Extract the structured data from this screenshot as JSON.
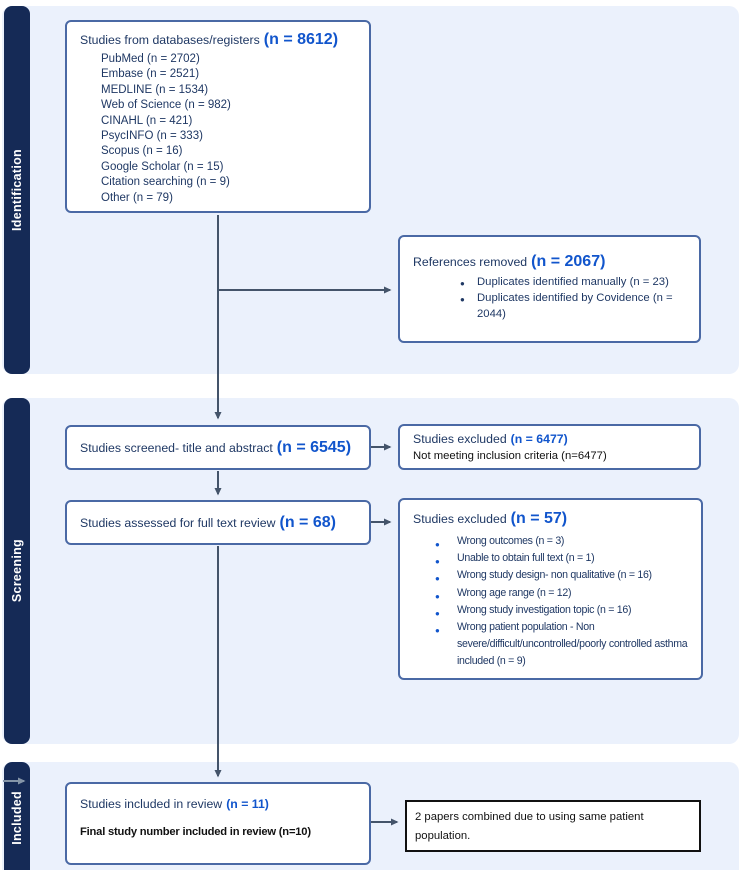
{
  "colors": {
    "band_background": "#ebf1fc",
    "sidebar_background": "#152a56",
    "box_border": "#4a69a5",
    "note_box_border": "#111111",
    "arrow": "#44546a",
    "stray_arrow": "#8595a8",
    "header_text": "#1f3864",
    "count_text": "#1155cc",
    "plain_text": "#111111"
  },
  "sections": {
    "identification": "Identification",
    "screening": "Screening",
    "included": "Included"
  },
  "boxes": {
    "databases": {
      "title": "Studies from databases/registers",
      "count": "(n = 8612)",
      "items": [
        "PubMed (n = 2702)",
        "Embase (n = 2521)",
        "MEDLINE (n = 1534)",
        "Web of Science (n = 982)",
        "CINAHL (n = 421)",
        "PsycINFO (n = 333)",
        "Scopus (n = 16)",
        "Google Scholar (n = 15)",
        "Citation searching (n = 9)",
        "Other (n = 79)"
      ]
    },
    "references_removed": {
      "title": "References removed",
      "count": "(n = 2067)",
      "items": [
        "Duplicates identified manually (n = 23)",
        "Duplicates identified by Covidence (n = 2044)"
      ]
    },
    "screened": {
      "title": "Studies screened- title and abstract",
      "count": "(n = 6545)"
    },
    "excluded_screening": {
      "title": "Studies excluded",
      "count": "(n = 6477)",
      "note": "Not meeting inclusion criteria (n=6477)"
    },
    "assessed": {
      "title": "Studies assessed for full text review",
      "count": "(n = 68)"
    },
    "excluded_fulltext": {
      "title": "Studies excluded",
      "count": "(n = 57)",
      "items": [
        "Wrong outcomes (n = 3)",
        "Unable to obtain full text (n = 1)",
        "Wrong study design- non qualitative (n = 16)",
        "Wrong age range (n = 12)",
        "Wrong study investigation topic (n = 16)",
        "Wrong patient population - Non severe/difficult/uncontrolled/poorly controlled asthma included (n = 9)"
      ]
    },
    "included_review": {
      "title": "Studies included in review",
      "count": "(n = 11)",
      "final": "Final study number included in review (n=10)"
    },
    "combined_note": {
      "text": "2 papers combined due to using same patient population."
    }
  }
}
